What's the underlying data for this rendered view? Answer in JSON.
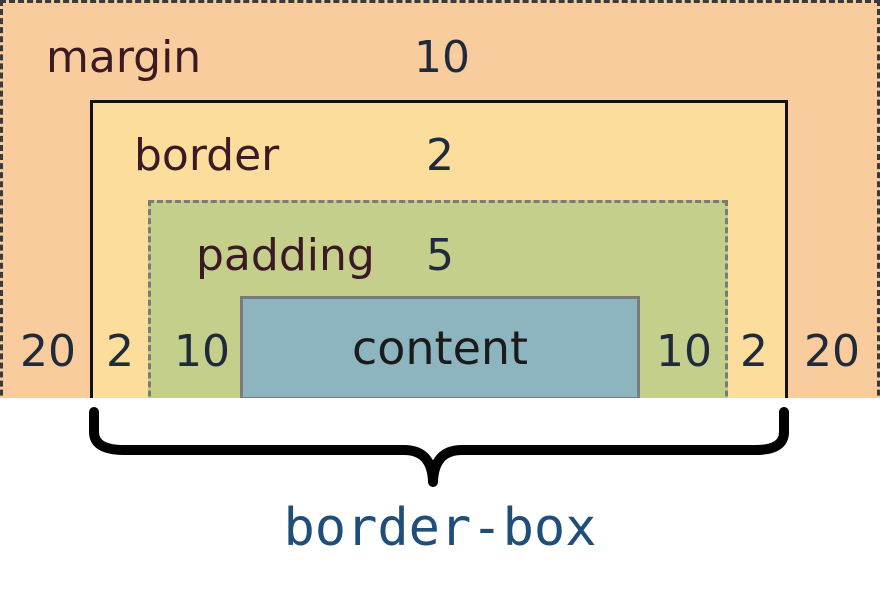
{
  "colors": {
    "margin": "#f8cc9d",
    "border": "#fddd9b",
    "padding": "#c3cf8a",
    "content": "#8cb5bf",
    "caption": "#1f4e79"
  },
  "margin": {
    "label": "margin",
    "top": "10",
    "left": "20",
    "right": "20"
  },
  "border": {
    "label": "border",
    "top": "2",
    "left": "2",
    "right": "2"
  },
  "padding": {
    "label": "padding",
    "top": "5",
    "left": "10",
    "right": "10"
  },
  "content": {
    "label": "content"
  },
  "caption": "border-box"
}
